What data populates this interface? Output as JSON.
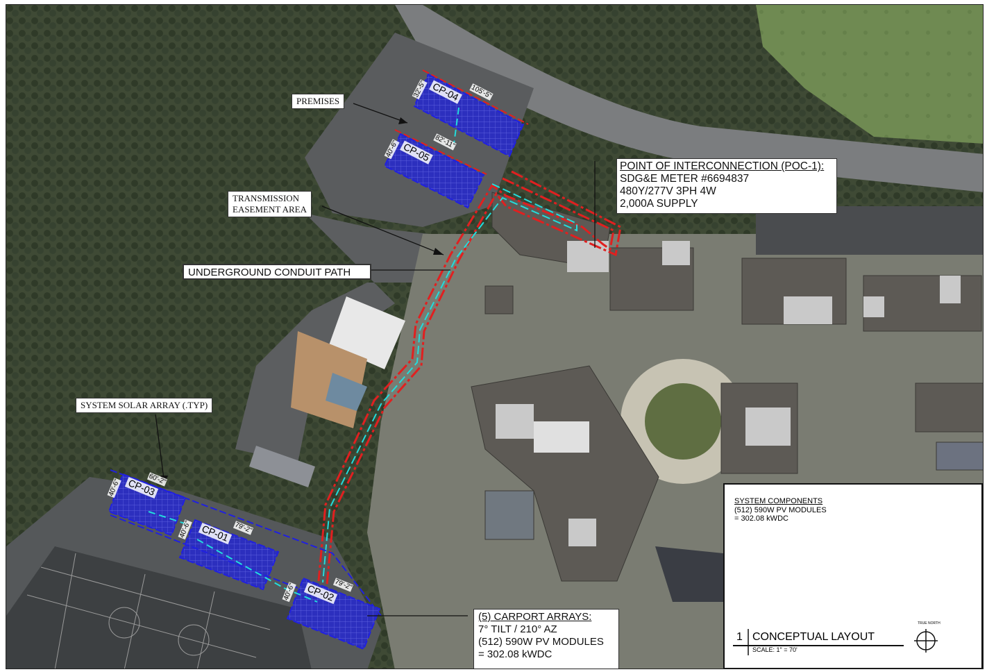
{
  "labels": {
    "premises": "PREMISES",
    "transmission_line1": "TRANSMISSION",
    "transmission_line2": "EASEMENT AREA",
    "underground_conduit": "UNDERGROUND CONDUIT PATH",
    "system_solar_array": "SYSTEM SOLAR ARRAY (.TYP)"
  },
  "poc": {
    "title": "POINT OF INTERCONNECTION (POC-1):",
    "meter": "SDG&E METER #6694837",
    "voltage": "480Y/277V 3PH 4W",
    "supply": "2,000A SUPPLY"
  },
  "carport": {
    "title": "(5) CARPORT ARRAYS:",
    "tilt": "7° TILT / 210° AZ",
    "modules": "(512) 590W PV MODULES",
    "total": "= 302.08 kWDC"
  },
  "components": {
    "title": "SYSTEM COMPONENTS",
    "line1": "(512) 590W PV MODULES",
    "line2": "= 302.08 kWDC",
    "sheet_number": "1",
    "layout_title": "CONCEPTUAL LAYOUT",
    "scale": "SCALE: 1\" = 70'",
    "north": "TRUE NORTH"
  },
  "arrays": {
    "cp04": {
      "name": "CP-04",
      "dim_w": "105'-5\"",
      "dim_h": "32'-5\""
    },
    "cp05": {
      "name": "CP-05",
      "dim_w": "82'-11\"",
      "dim_h": "40'-6\""
    },
    "cp03": {
      "name": "CP-03",
      "dim_w": "60'-2\"",
      "dim_h": "40'-6\""
    },
    "cp01": {
      "name": "CP-01",
      "dim_w": "79'-2\"",
      "dim_h": "40'-6\""
    },
    "cp02": {
      "name": "CP-02",
      "dim_w": "79'-2\"",
      "dim_h": "40'-6\""
    }
  },
  "colors": {
    "array_fill": "#2c2fbe",
    "array_outline": "#2020e0",
    "conduit_red": "#e02020",
    "conduit_cyan": "#22dddd",
    "grass": "#4f5a3c"
  }
}
